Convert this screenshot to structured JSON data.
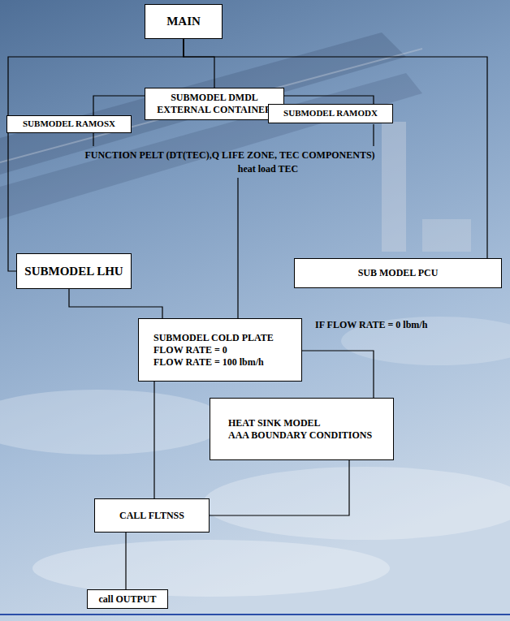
{
  "diagram": {
    "nodes": [
      {
        "text": [
          "MAIN"
        ]
      },
      {
        "text": [
          "SUBMODEL DMDL",
          "EXTERNAL CONTAINER"
        ]
      },
      {
        "text": [
          "SUBMODEL RAMOSX"
        ]
      },
      {
        "text": [
          "SUBMODEL RAMODX"
        ]
      },
      {
        "text": [
          "SUBMODEL LHU"
        ]
      },
      {
        "text": [
          "SUB MODEL PCU"
        ]
      },
      {
        "text": [
          "SUBMODEL COLD PLATE",
          "FLOW RATE = 0",
          "FLOW RATE = 100 lbm/h"
        ]
      },
      {
        "text": [
          "HEAT SINK MODEL",
          "AAA BOUNDARY CONDITIONS"
        ]
      },
      {
        "text": [
          "CALL FLTNSS"
        ]
      },
      {
        "text": [
          "call OUTPUT"
        ]
      }
    ],
    "edges": [
      {
        "from": 0,
        "to": 1,
        "arrow": "none"
      },
      {
        "from": 0,
        "to": 4,
        "arrow": "none"
      },
      {
        "from": 0,
        "to": 5,
        "arrow": "none"
      },
      {
        "from": 1,
        "to": 2,
        "arrow": "none"
      },
      {
        "from": 1,
        "to": 3,
        "arrow": "none"
      },
      {
        "from": 4,
        "to": 6,
        "arrow": "none"
      },
      {
        "from": 6,
        "to": 7,
        "arrow": "none"
      },
      {
        "from": 6,
        "to": 8,
        "arrow": "none"
      },
      {
        "from": 7,
        "to": 8,
        "arrow": "none"
      },
      {
        "from": 8,
        "to": 9,
        "arrow": "none"
      }
    ],
    "labels": [
      "FUNCTION PELT (DT(TEC),Q LIFE ZONE, TEC COMPONENTS)",
      "heat load TEC",
      "IF FLOW RATE = 0 lbm/h"
    ]
  }
}
